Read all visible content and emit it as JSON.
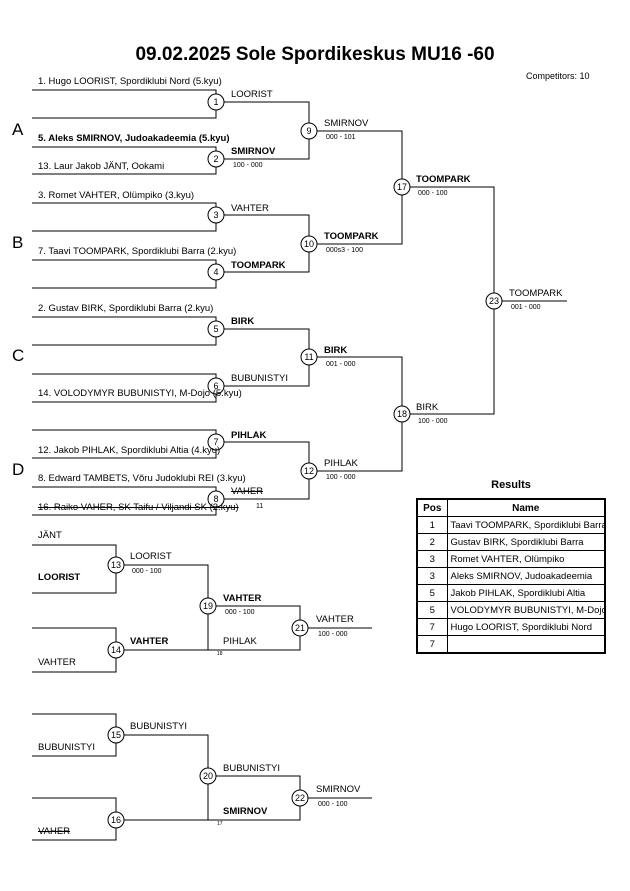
{
  "header": {
    "title": "09.02.2025  Sole Spordikeskus   MU16 -60",
    "competitors": "Competitors: 10"
  },
  "pools": [
    "A",
    "B",
    "C",
    "D"
  ],
  "entries": [
    "1. Hugo LOORIST, Spordiklubi Nord (5.kyu)",
    "5. Aleks SMIRNOV, Judoakadeemia (5.kyu)",
    "13. Laur Jakob JÄNT, Ookami",
    "3. Romet VAHTER, Olümpiko (3.kyu)",
    "7. Taavi TOOMPARK, Spordiklubi Barra (2.kyu)",
    "2. Gustav  BIRK, Spordiklubi Barra (2.kyu)",
    "14. VOLODYMYR BUBUNISTYI, M-Dojo (5.kyu)",
    "12. Jakob PIHLAK, Spordiklubi Altia (4.kyu)",
    "8. Edward TAMBETS, Võru Judoklubi REI (3.kyu)",
    "16. Raiko VAHER, SK Taifu / Viljandi SK (2.kyu)"
  ],
  "matches": {
    "m1": {
      "num": "1",
      "winner": "LOORIST"
    },
    "m2": {
      "num": "2",
      "winner": "SMIRNOV",
      "score": "100 - 000"
    },
    "m3": {
      "num": "3",
      "winner": "VAHTER"
    },
    "m4": {
      "num": "4",
      "winner": "TOOMPARK"
    },
    "m5": {
      "num": "5",
      "winner": "BIRK"
    },
    "m6": {
      "num": "6",
      "winner": "BUBUNISTYI"
    },
    "m7": {
      "num": "7",
      "winner": "PIHLAK"
    },
    "m8": {
      "num": "8",
      "winner": "VAHER",
      "extra": "11"
    },
    "m9": {
      "num": "9",
      "winner": "SMIRNOV",
      "score": "000 - 101"
    },
    "m10": {
      "num": "10",
      "winner": "TOOMPARK",
      "score": "000s3 - 100"
    },
    "m11": {
      "num": "11",
      "winner": "BIRK",
      "score": "001 - 000"
    },
    "m12": {
      "num": "12",
      "winner": "PIHLAK",
      "score": "100 - 000"
    },
    "m17": {
      "num": "17",
      "winner": "TOOMPARK",
      "score": "000 - 100"
    },
    "m18": {
      "num": "18",
      "winner": "BIRK",
      "score": "100 - 000"
    },
    "m23": {
      "num": "23",
      "winner": "TOOMPARK",
      "score": "001 - 000"
    }
  },
  "repechage": {
    "r13": {
      "num": "13",
      "top": "JÄNT",
      "bottom": "LOORIST",
      "winner": "LOORIST",
      "score": "000 - 100"
    },
    "r14": {
      "num": "14",
      "bottom": "VAHTER",
      "winner": "VAHTER"
    },
    "r19": {
      "num": "19",
      "winner": "VAHTER",
      "score": "000 - 100",
      "lower": "PIHLAK",
      "lower_note": "18"
    },
    "r21": {
      "num": "21",
      "winner": "VAHTER",
      "score": "100 - 000"
    },
    "r15": {
      "num": "15",
      "bottom": "BUBUNISTYI",
      "winner": "BUBUNISTYI"
    },
    "r16": {
      "num": "16",
      "bottom": "VAHER"
    },
    "r20": {
      "num": "20",
      "winner": "BUBUNISTYI",
      "lower": "SMIRNOV",
      "lower_note": "17"
    },
    "r22": {
      "num": "22",
      "winner": "SMIRNOV",
      "score": "000 - 100"
    }
  },
  "results": {
    "title": "Results",
    "headers": {
      "pos": "Pos",
      "name": "Name"
    },
    "rows": [
      {
        "pos": "1",
        "name": "Taavi TOOMPARK, Spordiklubi Barra"
      },
      {
        "pos": "2",
        "name": "Gustav  BIRK, Spordiklubi Barra"
      },
      {
        "pos": "3",
        "name": "Romet VAHTER, Olümpiko"
      },
      {
        "pos": "3",
        "name": "Aleks SMIRNOV, Judoakadeemia"
      },
      {
        "pos": "5",
        "name": "Jakob PIHLAK, Spordiklubi Altia"
      },
      {
        "pos": "5",
        "name": "VOLODYMYR BUBUNISTYI, M-Dojo"
      },
      {
        "pos": "7",
        "name": "Hugo LOORIST, Spordiklubi Nord"
      },
      {
        "pos": "7",
        "name": ""
      }
    ]
  }
}
